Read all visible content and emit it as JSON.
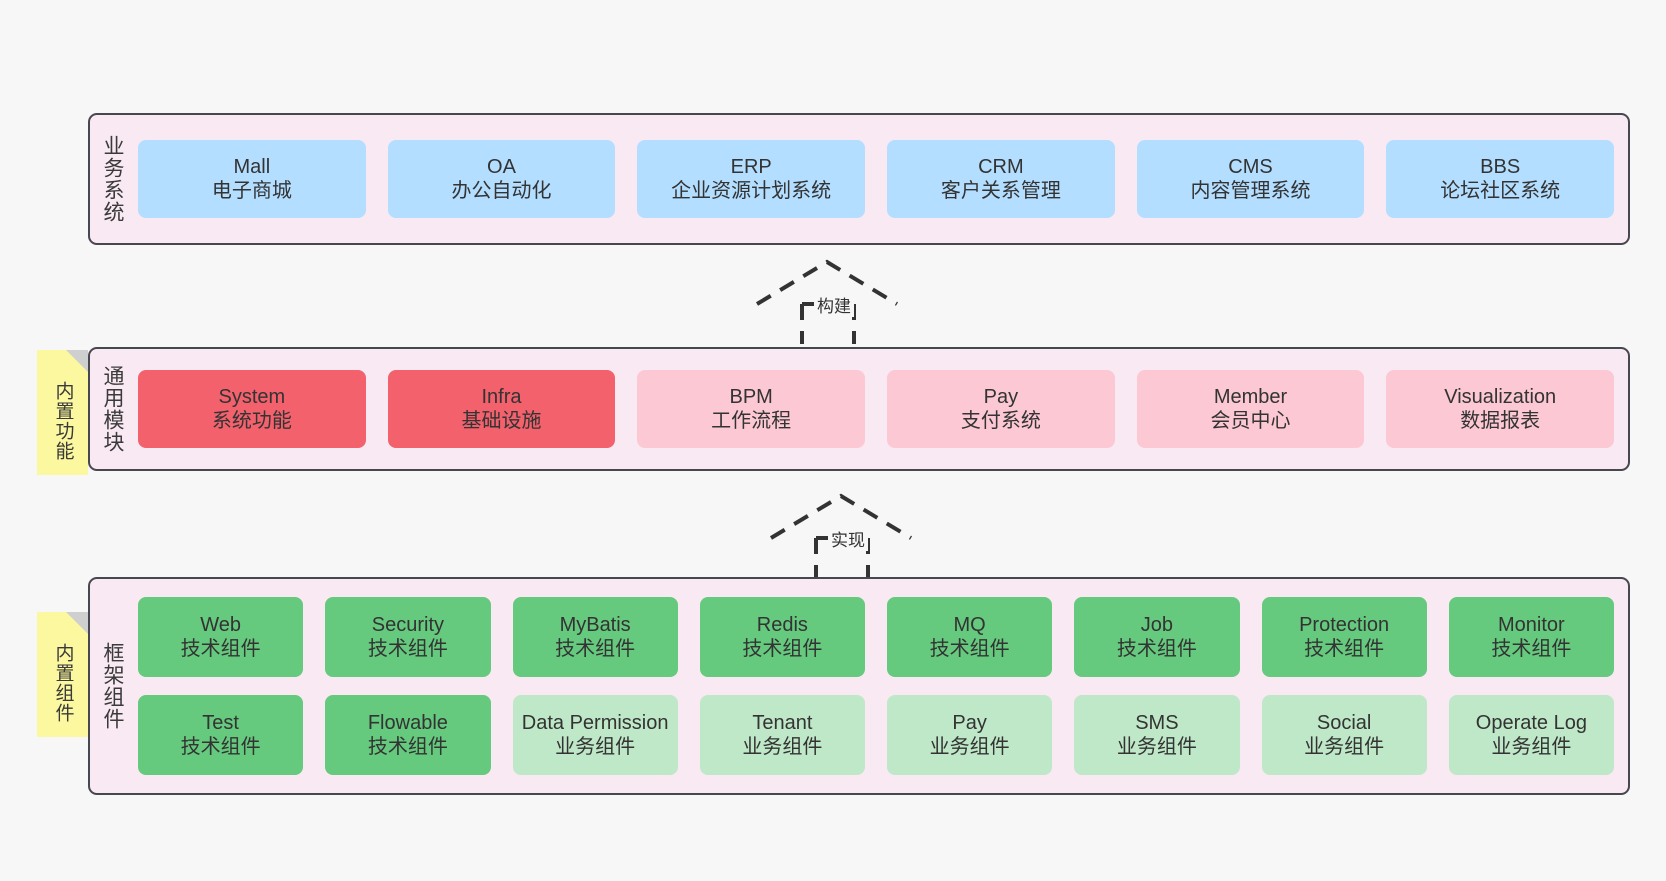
{
  "diagram": {
    "background_color": "#f7f7f7",
    "panel_fill": "#f9e9f3",
    "panel_border": "#47474f",
    "note_fill": "#fbf89f"
  },
  "layers": {
    "business": {
      "title": "业务系统",
      "accent": "#b3deff",
      "items": [
        {
          "name": "Mall",
          "desc": "电子商城"
        },
        {
          "name": "OA",
          "desc": "办公自动化"
        },
        {
          "name": "ERP",
          "desc": "企业资源计划系统"
        },
        {
          "name": "CRM",
          "desc": "客户关系管理"
        },
        {
          "name": "CMS",
          "desc": "内容管理系统"
        },
        {
          "name": "BBS",
          "desc": "论坛社区系统"
        }
      ]
    },
    "modules": {
      "title": "通用模块",
      "accent": "#fcc8d4",
      "accent_strong": "#f2616c",
      "items": [
        {
          "name": "System",
          "desc": "系统功能"
        },
        {
          "name": "Infra",
          "desc": "基础设施"
        },
        {
          "name": "BPM",
          "desc": "工作流程"
        },
        {
          "name": "Pay",
          "desc": "支付系统"
        },
        {
          "name": "Member",
          "desc": "会员中心"
        },
        {
          "name": "Visualization",
          "desc": "数据报表"
        }
      ]
    },
    "framework": {
      "title": "框架组件",
      "accent_tech": "#65c97e",
      "accent_biz": "#bfe8c8",
      "row_tech": [
        {
          "name": "Web",
          "desc": "技术组件"
        },
        {
          "name": "Security",
          "desc": "技术组件"
        },
        {
          "name": "MyBatis",
          "desc": "技术组件"
        },
        {
          "name": "Redis",
          "desc": "技术组件"
        },
        {
          "name": "MQ",
          "desc": "技术组件"
        },
        {
          "name": "Job",
          "desc": "技术组件"
        },
        {
          "name": "Protection",
          "desc": "技术组件"
        },
        {
          "name": "Monitor",
          "desc": "技术组件"
        }
      ],
      "row_biz": [
        {
          "name": "Test",
          "desc": "技术组件"
        },
        {
          "name": "Flowable",
          "desc": "技术组件"
        },
        {
          "name": "Data Permission",
          "desc": "业务组件"
        },
        {
          "name": "Tenant",
          "desc": "业务组件"
        },
        {
          "name": "Pay",
          "desc": "业务组件"
        },
        {
          "name": "SMS",
          "desc": "业务组件"
        },
        {
          "name": "Social",
          "desc": "业务组件"
        },
        {
          "name": "Operate Log",
          "desc": "业务组件"
        }
      ]
    }
  },
  "notes": {
    "functions": "内置功能",
    "components": "内置组件"
  },
  "connectors": [
    {
      "label": "构建"
    },
    {
      "label": "实现"
    }
  ]
}
